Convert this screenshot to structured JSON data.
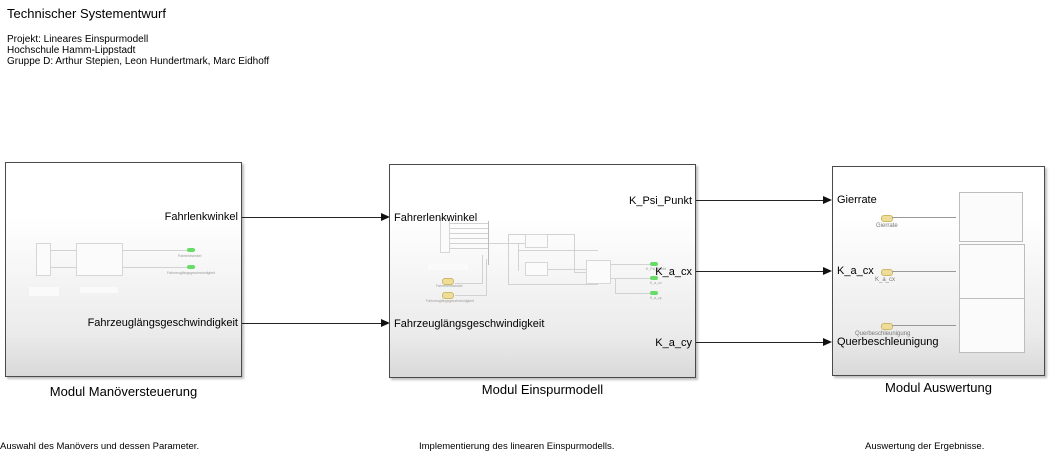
{
  "header": {
    "title": "Technischer Systementwurf",
    "project": "Projekt: Lineares Einspurmodell",
    "school": "Hochschule Hamm-Lippstadt",
    "group": "Gruppe D: Arthur Stepien, Leon Hundertmark, Marc Eidhoff"
  },
  "blocks": {
    "manoever": {
      "name": "Modul Manöversteuerung",
      "description": "Auswahl des Manövers und dessen Parameter.",
      "outputs": [
        "Fahrlenkwinkel",
        "Fahrzeuglängsgeschwindigkeit"
      ],
      "preview_labels": [
        "Fahrlenkwinkel",
        "Fahrzeuglängsgeschwindigkeit"
      ]
    },
    "einspur": {
      "name": "Modul Einspurmodell",
      "description": "Implementierung des linearen Einspurmodells.",
      "inputs": [
        "Fahrerlenkwinkel",
        "Fahrzeuglängsgeschwindigkeit"
      ],
      "outputs": [
        "K_Psi_Punkt",
        "K_a_cx",
        "K_a_cy"
      ],
      "preview_in_labels": [
        "Fahrerlenkwinkel",
        "Fahrzeuglängsgeschwindigkeit"
      ],
      "preview_out_labels": [
        "K_Psi_Punkt",
        "K_a_cx",
        "K_a_cy"
      ]
    },
    "auswertung": {
      "name": "Modul Auswertung",
      "description": "Auswertung der Ergebnisse.",
      "inputs": [
        "Gierrate",
        "K_a_cx",
        "Querbeschleunigung"
      ],
      "preview_labels": [
        "Gierrate",
        "K_a_cx",
        "Querbeschleunigung"
      ]
    }
  },
  "colors": {
    "block_border": "#4a4a4a",
    "signal_line": "#222222",
    "goto_tag": "#66dd66",
    "from_tag": "#eedd99"
  }
}
